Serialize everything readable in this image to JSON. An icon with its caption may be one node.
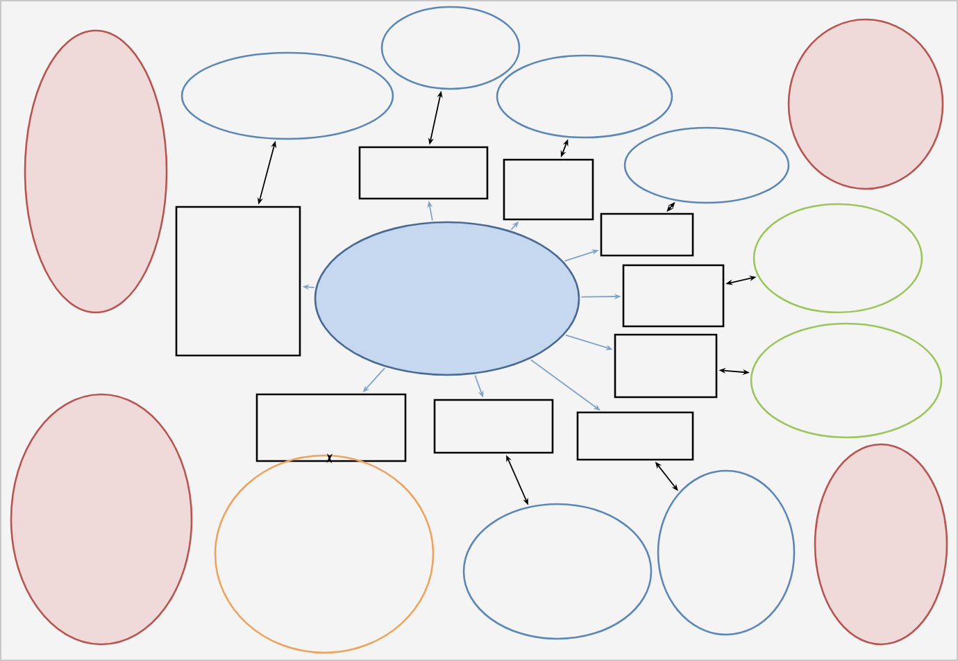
{
  "diagram": {
    "nodes": [
      {
        "text": [],
        "shape": "ellipse"
      },
      {
        "text": [],
        "shape": "ellipse"
      },
      {
        "text": [],
        "shape": "ellipse"
      },
      {
        "text": [],
        "shape": "ellipse"
      },
      {
        "text": [],
        "shape": "ellipse"
      },
      {
        "text": [],
        "shape": "ellipse"
      },
      {
        "text": [],
        "shape": "box"
      },
      {
        "text": [],
        "shape": "box"
      },
      {
        "text": [],
        "shape": "ellipse"
      },
      {
        "text": [],
        "shape": "box"
      },
      {
        "text": [],
        "shape": "box"
      },
      {
        "text": [],
        "shape": "ellipse"
      },
      {
        "text": [],
        "shape": "box"
      },
      {
        "text": [],
        "shape": "ellipse"
      },
      {
        "text": [],
        "shape": "box"
      },
      {
        "text": [],
        "shape": "ellipse"
      },
      {
        "text": [],
        "shape": "box"
      },
      {
        "text": [],
        "shape": "box"
      },
      {
        "text": [],
        "shape": "box"
      },
      {
        "text": [],
        "shape": "ellipse"
      },
      {
        "text": [],
        "shape": "ellipse"
      },
      {
        "text": [],
        "shape": "ellipse"
      },
      {
        "text": [],
        "shape": "ellipse"
      }
    ],
    "edges": [
      {
        "from": 11,
        "to": 6,
        "arrow": "to",
        "color": "#7fa3c8"
      },
      {
        "from": 11,
        "to": 7,
        "arrow": "to",
        "color": "#7fa3c8"
      },
      {
        "from": 11,
        "to": 10,
        "arrow": "to",
        "color": "#7fa3c8"
      },
      {
        "from": 11,
        "to": 12,
        "arrow": "to",
        "color": "#7fa3c8"
      },
      {
        "from": 11,
        "to": 14,
        "arrow": "to",
        "color": "#7fa3c8"
      },
      {
        "from": 11,
        "to": 18,
        "arrow": "to",
        "color": "#7fa3c8"
      },
      {
        "from": 11,
        "to": 17,
        "arrow": "to",
        "color": "#7fa3c8"
      },
      {
        "from": 11,
        "to": 16,
        "arrow": "to",
        "color": "#7fa3c8"
      },
      {
        "from": 11,
        "to": 9,
        "arrow": "to",
        "color": "#7fa3c8"
      },
      {
        "from": 6,
        "to": 0,
        "arrow": "both",
        "color": "#000000"
      },
      {
        "from": 9,
        "to": 3,
        "arrow": "both",
        "color": "#000000"
      },
      {
        "from": 7,
        "to": 4,
        "arrow": "both",
        "color": "#000000"
      },
      {
        "from": 10,
        "to": 5,
        "arrow": "both",
        "color": "#000000"
      },
      {
        "from": 12,
        "to": 8,
        "arrow": "both",
        "color": "#000000"
      },
      {
        "from": 14,
        "to": 13,
        "arrow": "both",
        "color": "#000000"
      },
      {
        "from": 18,
        "to": 21,
        "arrow": "both",
        "color": "#000000"
      },
      {
        "from": 17,
        "to": 22,
        "arrow": "both",
        "color": "#000000"
      },
      {
        "from": 16,
        "to": 20,
        "arrow": "both",
        "color": "#000000"
      }
    ]
  }
}
